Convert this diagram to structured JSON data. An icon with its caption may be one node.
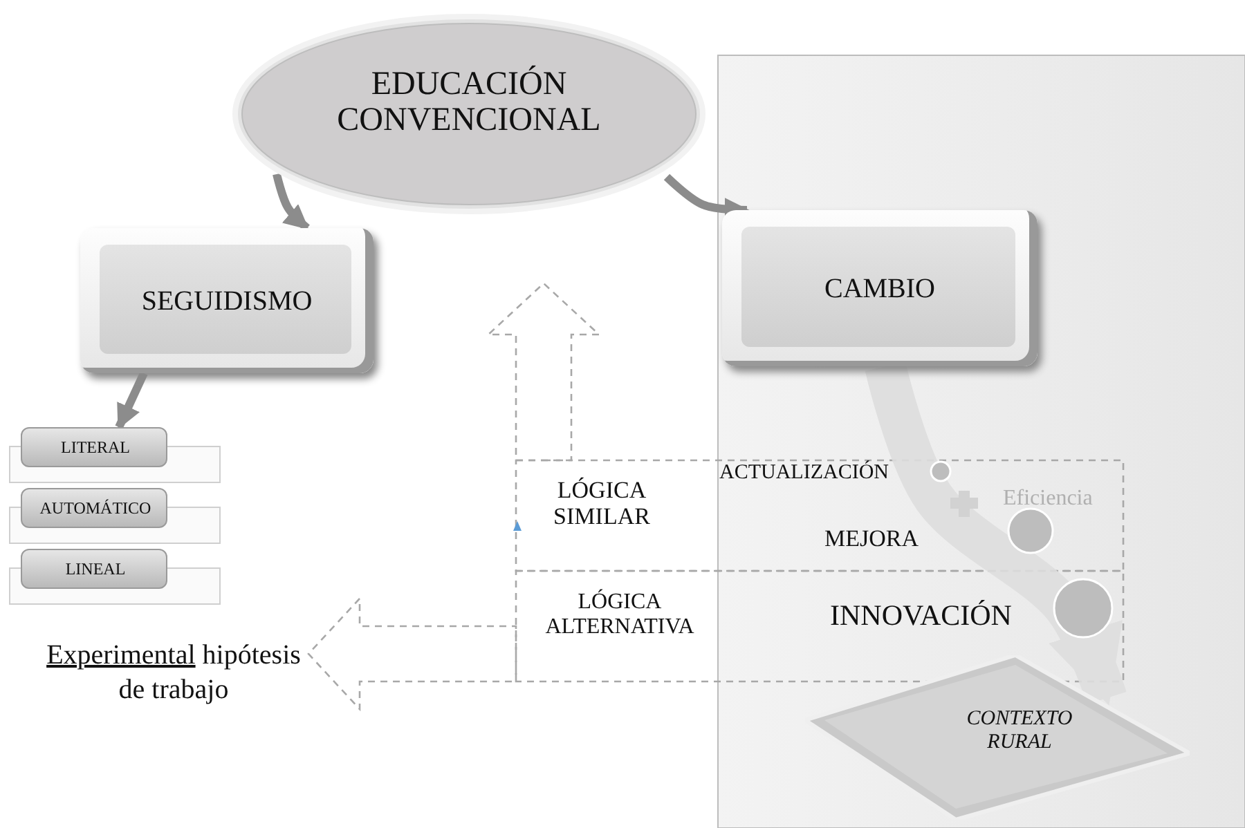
{
  "diagram": {
    "nodes": [
      {
        "text": [
          "EDUCACIÓN CONVENCIONAL"
        ]
      },
      {
        "text": [
          "SEGUIDISMO"
        ]
      },
      {
        "text": [
          "CAMBIO"
        ]
      },
      {
        "text": [
          "LITERAL"
        ]
      },
      {
        "text": [
          "AUTOMÁTICO"
        ]
      },
      {
        "text": [
          "LINEAL"
        ]
      },
      {
        "text": [
          "Experimental",
          "hipótesis de trabajo"
        ]
      },
      {
        "text": [
          "LÓGICA SIMILAR"
        ]
      },
      {
        "text": [
          "LÓGICA ALTERNATIVA"
        ]
      },
      {
        "text": [
          "CONTEXTO RURAL"
        ]
      }
    ],
    "edges": [
      {
        "from": 0,
        "to": 1,
        "arrow": "to"
      },
      {
        "from": 0,
        "to": 2,
        "arrow": "to"
      },
      {
        "from": 1,
        "to": 3,
        "arrow": "to"
      },
      {
        "from": 7,
        "to": null,
        "arrow": "to",
        "style": "dashed"
      },
      {
        "from": 8,
        "to": 6,
        "arrow": "to",
        "style": "dashed"
      },
      {
        "from": 2,
        "to": 9,
        "arrow": "to",
        "style": "thick",
        "color": "#dedede"
      }
    ],
    "labels": [
      "ACTUALIZACIÓN",
      "Eficiencia",
      "MEJORA",
      "INNOVACIÓN"
    ]
  }
}
